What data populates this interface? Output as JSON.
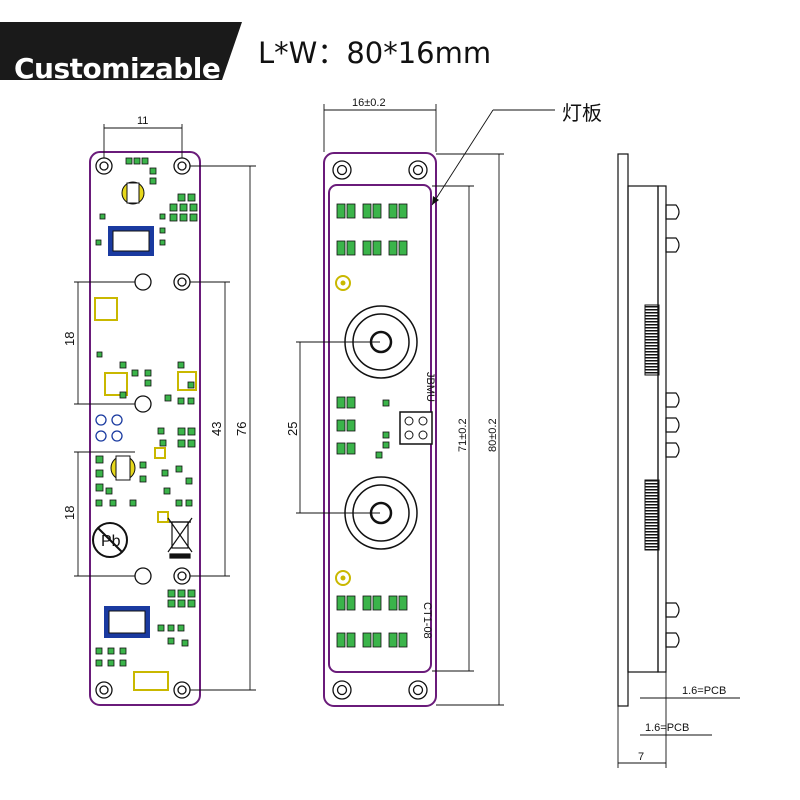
{
  "header": {
    "badge": "Customizable",
    "spec": "L*W：80*16mm"
  },
  "colors": {
    "board_outline": "#6a1b7a",
    "pad_green": "#3bb44a",
    "pad_yellow": "#e7d81c",
    "chip_blue": "#1a3aa0",
    "banner": "#1a1a1a"
  },
  "front_view": {
    "dim_top": "11",
    "dim_upper_hole": "18",
    "dim_lower_hole": "18",
    "dim_mid": "43",
    "dim_total": "76"
  },
  "back_view": {
    "dim_width": "16±0.2",
    "dim_lens": "25",
    "dim_inner": "71±0.2",
    "dim_length": "80±0.2",
    "callout_label": "灯板",
    "silk_1": "JBMU",
    "silk_2": "CT1-08"
  },
  "side_view": {
    "dim_pcb_1": "1.6=PCB",
    "dim_pcb_2": "1.6=PCB",
    "dim_thickness": "7"
  }
}
